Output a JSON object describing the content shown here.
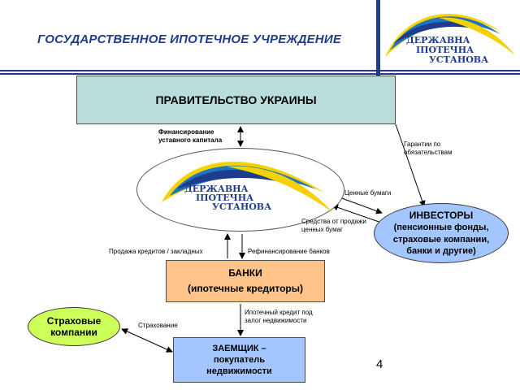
{
  "header": {
    "title": "ГОСУДАРСТВЕННОЕ ИПОТЕЧНОЕ УЧРЕЖДЕНИЕ",
    "logo_lines": [
      "ДЕРЖАВНА",
      "ІПОТЕЧНА",
      "УСТАНОВА"
    ]
  },
  "nodes": {
    "government": "ПРАВИТЕЛЬСТВО УКРАИНЫ",
    "agency_logo_lines": [
      "ДЕРЖАВНА",
      "ІПОТЕЧНА",
      "УСТАНОВА"
    ],
    "investors": {
      "title": "ИНВЕСТОРЫ",
      "lines": [
        "(пенсионные фонды,",
        "страховые компании,",
        "банки и другие)"
      ]
    },
    "banks": {
      "title": "БАНКИ",
      "subtitle": "(ипотечные кредиторы)"
    },
    "borrower": [
      "ЗАЕМЩИК –",
      "покупатель",
      "недвижимости"
    ],
    "insurance": [
      "Страховые",
      "компании"
    ]
  },
  "labels": {
    "capital_funding": [
      "Финансирование",
      "уставного капитала"
    ],
    "guarantees": [
      "Гарантии по",
      "обязательствам"
    ],
    "securities": "Ценные бумаги",
    "securities_proceeds": [
      "Средства от продажи",
      "ценных бумаг"
    ],
    "loan_sale": "Продажа кредитов / закладных",
    "refinancing": "Рефинансирование банков",
    "mortgage_loan": [
      "Ипотечный кредит под",
      "залог недвижимости"
    ],
    "insurance_flow": "Страхование"
  },
  "footer": {
    "page_number": "4"
  },
  "colors": {
    "brand_blue": "#1f3c8c",
    "government_fill": "#b9dddb",
    "banks_fill": "#ffc48a",
    "borrower_fill": "#a4c6ff",
    "investors_fill": "#a4c6ff",
    "insurance_fill": "#ccff5a",
    "logo_yellow": "#f4d200",
    "logo_blue": "#1d74c4"
  }
}
